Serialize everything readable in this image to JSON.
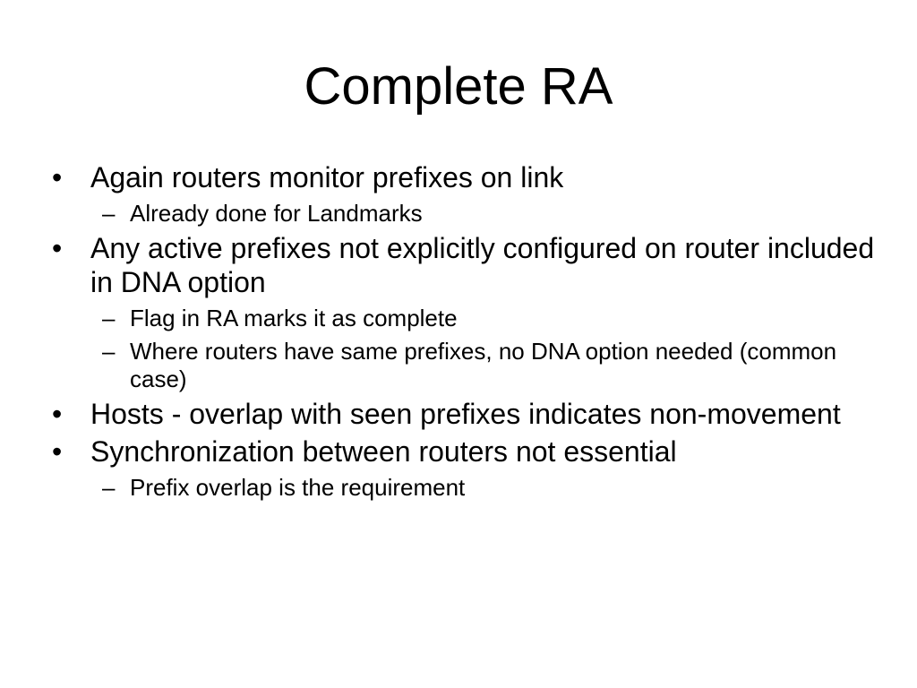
{
  "slide": {
    "title": "Complete RA",
    "bullet_marker": "•",
    "sub_marker": "–",
    "bullets": [
      {
        "text": "Again routers monitor prefixes on link",
        "subs": [
          "Already done for Landmarks"
        ]
      },
      {
        "text": "Any active prefixes not explicitly configured on router included in DNA option",
        "subs": [
          "Flag in RA marks it as complete",
          "Where routers have same prefixes, no DNA option needed (common case)"
        ]
      },
      {
        "text": "Hosts - overlap with seen prefixes indicates non-movement",
        "subs": []
      },
      {
        "text": "Synchronization between routers not essential",
        "subs": [
          "Prefix overlap is the requirement"
        ]
      }
    ]
  }
}
